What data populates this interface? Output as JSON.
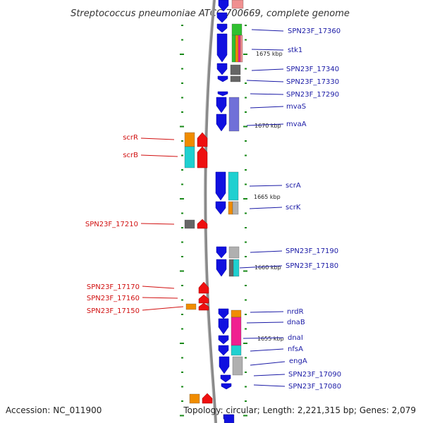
{
  "title": "Streptococcus pneumoniae ATCC 700669, complete genome",
  "footer": {
    "accession": "Accession: NC_011900",
    "topology": "Topology: circular; Length: 2,221,315 bp; Genes: 2,079"
  },
  "kbp_labels": [
    "1675 kbp",
    "1670 kbp",
    "1665 kbp",
    "1660 kbp",
    "1655 kbp"
  ],
  "genes_right": [
    {
      "label": "SPN23F_17360"
    },
    {
      "label": "stk1"
    },
    {
      "label": "SPN23F_17340"
    },
    {
      "label": "SPN23F_17330"
    },
    {
      "label": "SPN23F_17290"
    },
    {
      "label": "mvaS"
    },
    {
      "label": "mvaA"
    },
    {
      "label": "scrA"
    },
    {
      "label": "scrK"
    },
    {
      "label": "SPN23F_17190"
    },
    {
      "label": "SPN23F_17180"
    },
    {
      "label": "nrdR"
    },
    {
      "label": "dnaB"
    },
    {
      "label": "dnaI"
    },
    {
      "label": "nfsA"
    },
    {
      "label": "engA"
    },
    {
      "label": "SPN23F_17090"
    },
    {
      "label": "SPN23F_17080"
    }
  ],
  "genes_left": [
    {
      "label": "scrR"
    },
    {
      "label": "scrB"
    },
    {
      "label": "SPN23F_17210"
    },
    {
      "label": "SPN23F_17170"
    },
    {
      "label": "SPN23F_17160"
    },
    {
      "label": "SPN23F_17150"
    }
  ],
  "colors": {
    "forward_strand": "#1010e0",
    "reverse_strand": "#ee1010",
    "backbone": "#888888",
    "tick": "#1a8a1a",
    "cog_orange": "#f08c00",
    "cog_cyan": "#1fd0d0",
    "cog_green": "#30c030",
    "cog_grey": "#666666",
    "cog_purple": "#7070d8",
    "cog_pink": "#f02090",
    "cog_silver": "#b0b0b0",
    "cog_salmon": "#f09090"
  }
}
